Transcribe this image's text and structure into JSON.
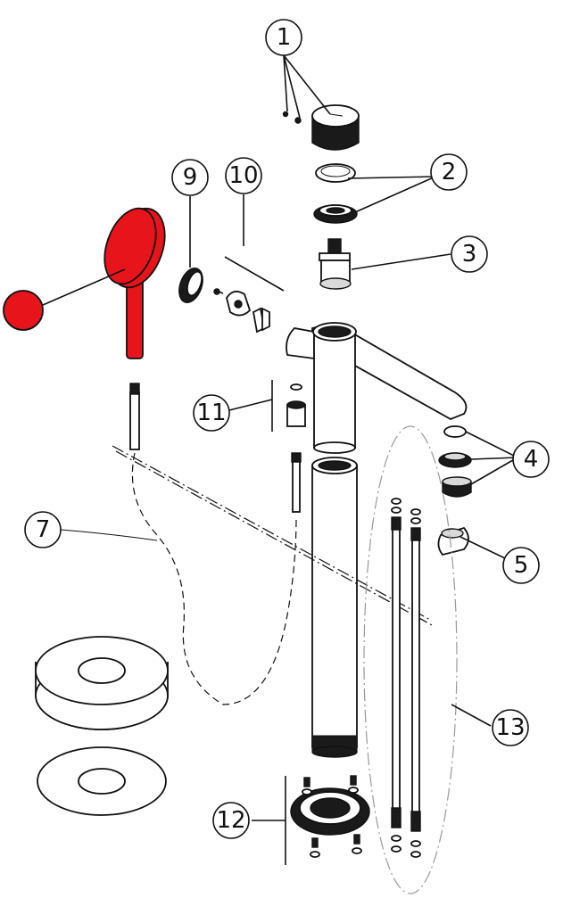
{
  "colors": {
    "highlight": "#e8141b",
    "line": "#111111",
    "background": "#ffffff"
  },
  "callouts": {
    "c1": "1",
    "c2": "2",
    "c3": "3",
    "c4": "4",
    "c5": "5",
    "c7": "7",
    "c9": "9",
    "c10": "10",
    "c11": "11",
    "c12": "12",
    "c13": "13"
  },
  "highlighted_part": "hand-shower"
}
